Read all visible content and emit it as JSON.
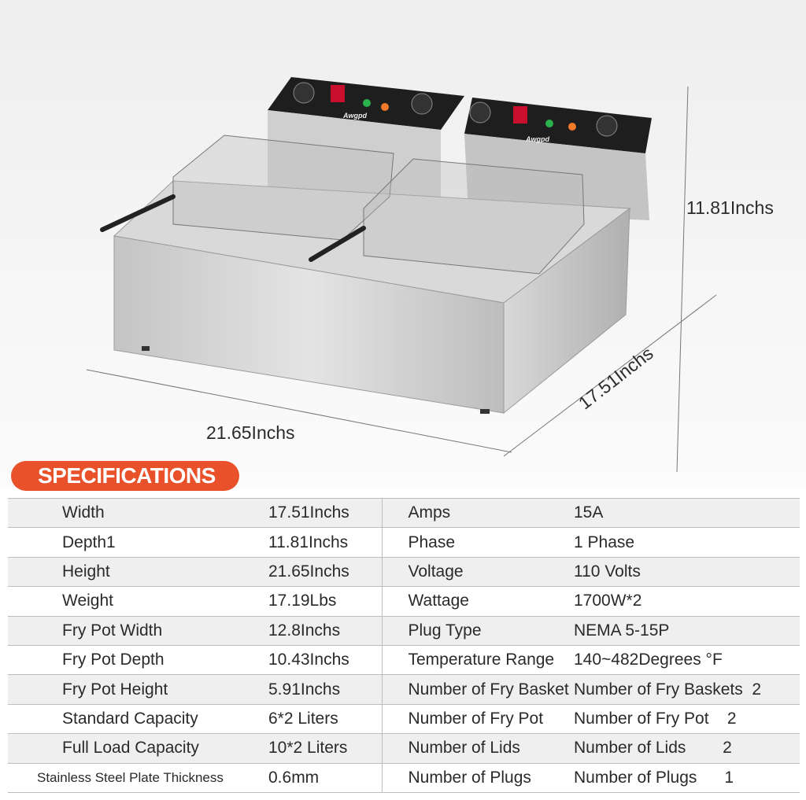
{
  "brand_logo": "Awgpd",
  "dimensions": {
    "height": "11.81Inchs",
    "depth": "17.51Inchs",
    "width": "21.65Inchs"
  },
  "specifications": {
    "title": "SPECIFICATIONS",
    "rows": [
      {
        "label": "Width",
        "value": "17.51Inchs",
        "label2": "Amps",
        "value2": "15A"
      },
      {
        "label": "Depth1",
        "value": "11.81Inchs",
        "label2": "Phase",
        "value2": "1 Phase"
      },
      {
        "label": "Height",
        "value": "21.65Inchs",
        "label2": "Voltage",
        "value2": "110 Volts"
      },
      {
        "label": "Weight",
        "value": "17.19Lbs",
        "label2": "Wattage",
        "value2": "1700W*2"
      },
      {
        "label": "Fry Pot Width",
        "value": "12.8Inchs",
        "label2": "Plug Type",
        "value2": "NEMA 5-15P"
      },
      {
        "label": "Fry Pot Depth",
        "value": "10.43Inchs",
        "label2": "Temperature Range",
        "value2": "140~482Degrees °F"
      },
      {
        "label": "Fry Pot Height",
        "value": "5.91Inchs",
        "label2": "Number of Fry Basket",
        "value2": "Number of Fry Baskets  2"
      },
      {
        "label": "Standard Capacity",
        "value": "6*2 Liters",
        "label2": "Number of Fry Pot",
        "value2": "Number of Fry Pot    2"
      },
      {
        "label": "Full Load Capacity",
        "value": "10*2 Liters",
        "label2": "Number of Lids",
        "value2": "Number of Lids        2"
      },
      {
        "label": "Stainless Steel Plate Thickness",
        "value": "0.6mm",
        "label2": "Number of Plugs",
        "value2": "Number of Plugs      1"
      }
    ]
  },
  "colors": {
    "accent": "#e8512a",
    "steel": "#c9c9c9",
    "panel": "#1e1e1e"
  }
}
